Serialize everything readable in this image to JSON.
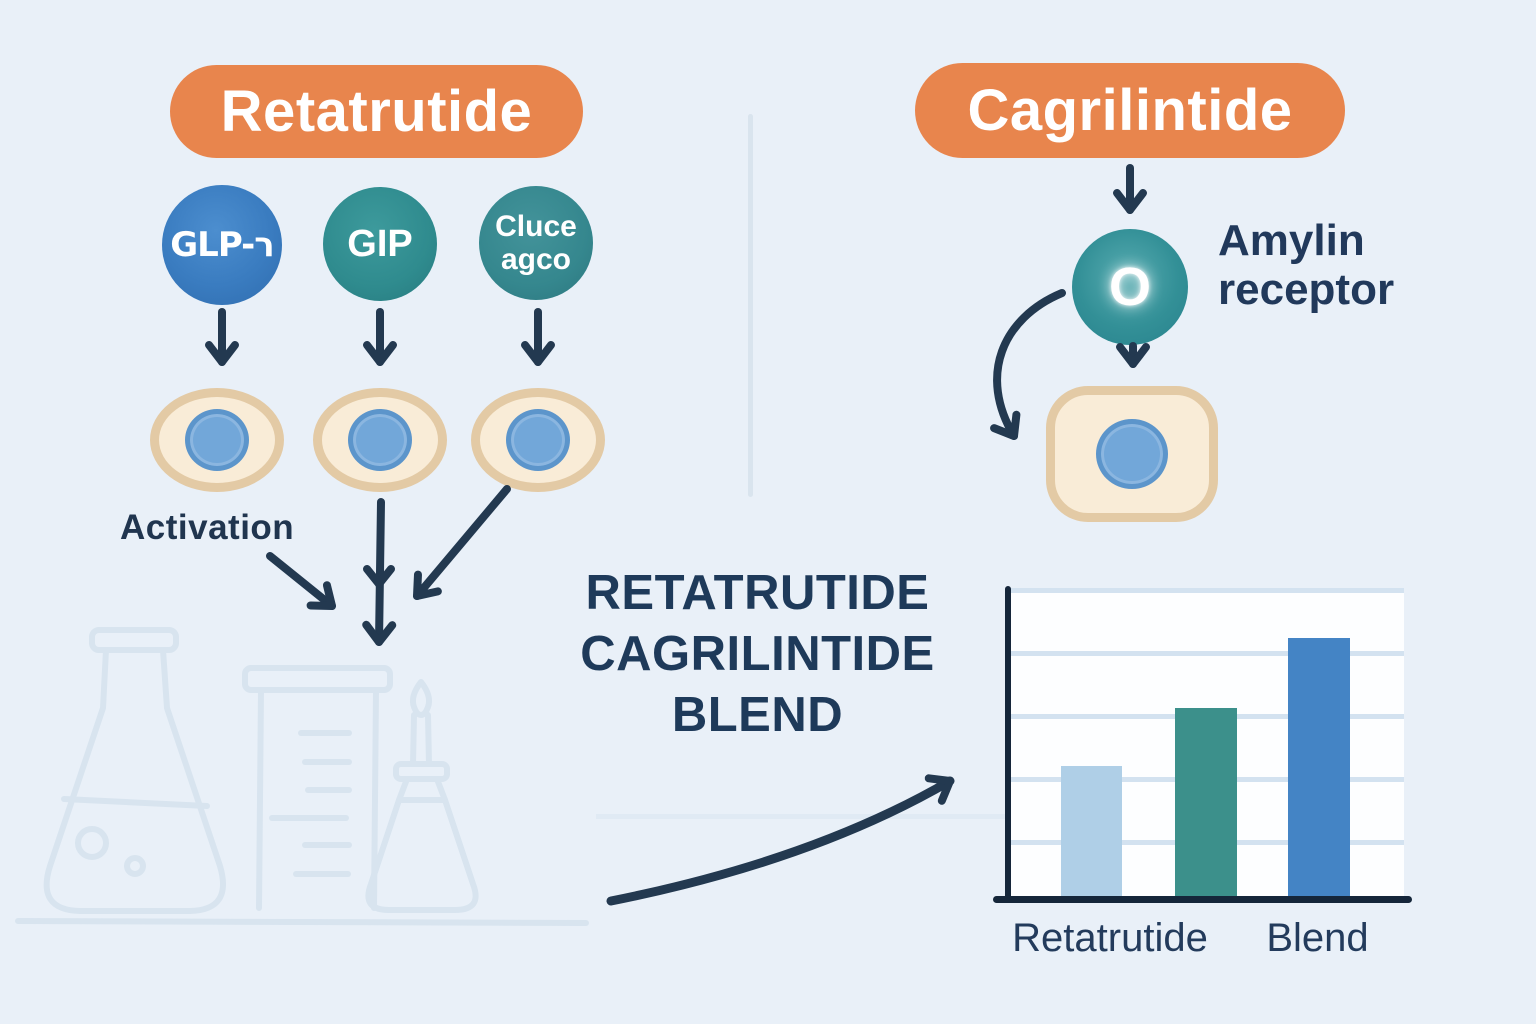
{
  "left_panel": {
    "banner_label": "Retatrutide",
    "receptors": [
      {
        "label": "GLP-ר"
      },
      {
        "label": "GIP"
      },
      {
        "label_line1": "Cluce",
        "label_line2": "agco"
      }
    ],
    "activation_label": "Activation"
  },
  "right_panel": {
    "banner_label": "Cagrilintide",
    "receptor_symbol": "O",
    "amylin_line1": "Amylin",
    "amylin_line2": "receptor"
  },
  "center_text": {
    "line1": "RETATRUTIDE",
    "line2": "CAGRILINTIDE",
    "line3": "BLEND"
  },
  "chart_data": {
    "type": "bar",
    "bars": [
      {
        "label": "Retatrutide",
        "value": 44,
        "color": "#AFCFE7"
      },
      {
        "label": "",
        "value": 63,
        "color": "#3C908B"
      },
      {
        "label": "Blend",
        "value": 86,
        "color": "#4484C5"
      }
    ],
    "x_tick_labels": [
      "Retatrutide",
      "Blend"
    ],
    "title": "",
    "xlabel": "",
    "ylabel": "",
    "ylim": [
      0,
      100
    ],
    "grid": "horizontal",
    "legend": "none"
  },
  "background_icons": [
    "erlenmeyer-flask",
    "graduated-cylinder",
    "stoppered-flask"
  ],
  "colors": {
    "background": "#E9F0F8",
    "banner_orange": "#E8854D",
    "navy_ink": "#233950",
    "glp1_blue": "#3B7DC1",
    "teal": "#2F8B8E",
    "cell_fill": "#F9ECD7",
    "cell_border": "#E3CAA5",
    "nucleus_blue": "#72A7D9",
    "divider": "#D9E4EE",
    "axis": "#15263A",
    "gridline": "#D3E2F0"
  }
}
